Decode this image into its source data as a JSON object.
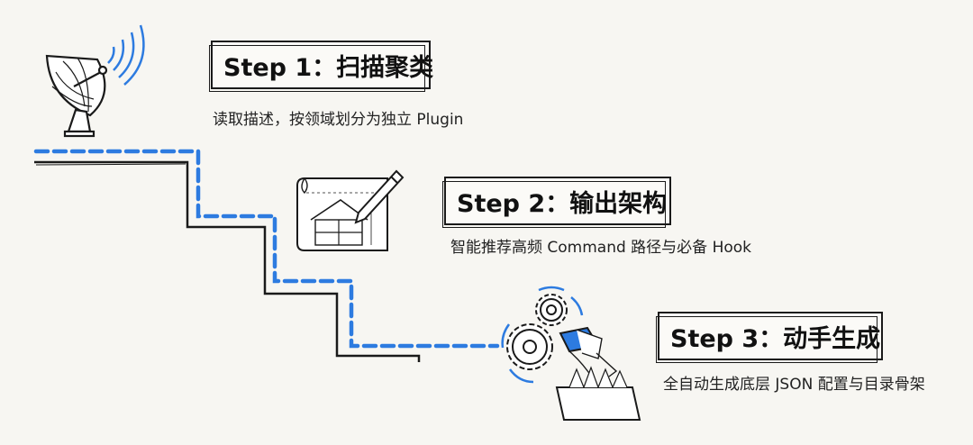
{
  "steps": [
    {
      "title": "Step 1：扫描聚类",
      "desc": "读取描述，按领域划分为独立 Plugin"
    },
    {
      "title": "Step 2：输出架构",
      "desc": "智能推荐高频 Command 路径与必备 Hook"
    },
    {
      "title": "Step 3：动手生成",
      "desc": "全自动生成底层 JSON 配置与目录骨架"
    }
  ],
  "icons": [
    "satellite-dish-icon",
    "blueprint-pencil-icon",
    "gears-folder-icon"
  ],
  "colors": {
    "accent": "#2d7be0",
    "ink": "#1a1a1a",
    "background": "#f7f6f2"
  }
}
